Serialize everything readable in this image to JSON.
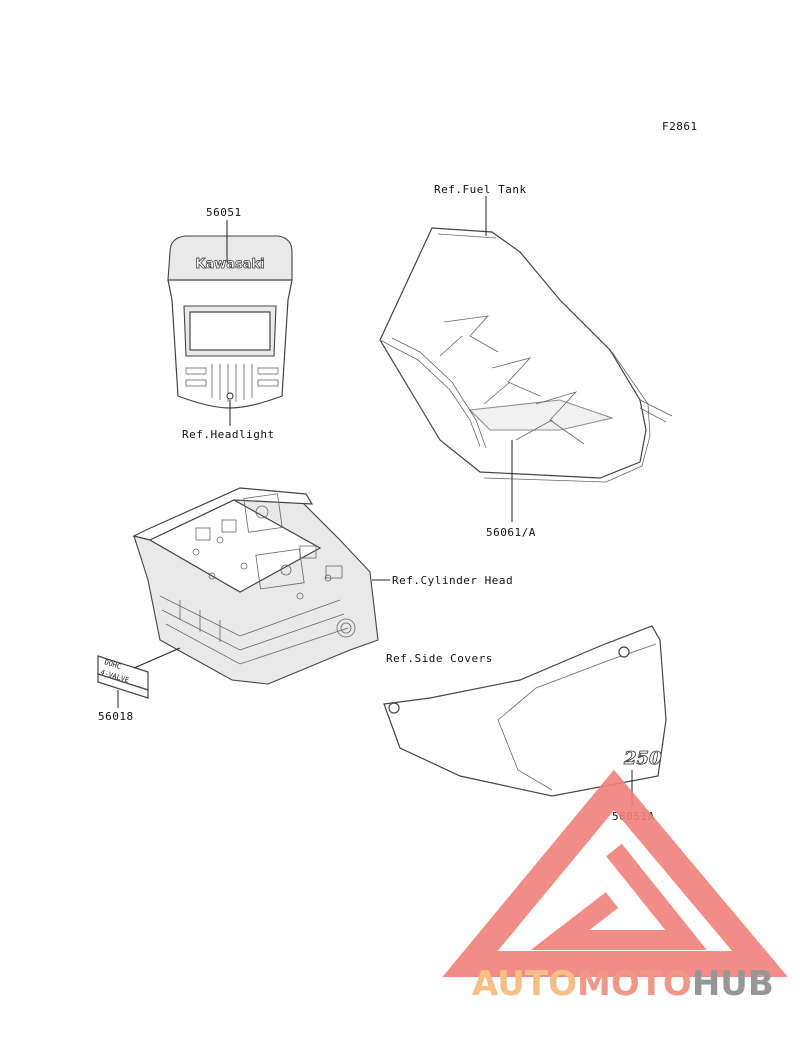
{
  "figure_code": "F2861",
  "callouts": {
    "headlight_part": "56051",
    "headlight_ref": "Ref.Headlight",
    "headlight_logo": "Kawasaki",
    "fuel_tank_ref": "Ref.Fuel Tank",
    "fuel_tank_part": "56061/A",
    "cylinder_head_ref": "Ref.Cylinder Head",
    "cylinder_head_part": "56018",
    "label_plate_line1": "DOHC",
    "label_plate_line2": "4-VALVE",
    "side_covers_ref": "Ref.Side Covers",
    "side_covers_part": "56051A",
    "side_cover_emblem": "250"
  },
  "watermark": {
    "word_part1": "AUTO",
    "word_part2": "MOTO",
    "word_part3": "HUB",
    "color_auto": "#f5b97a",
    "color_moto": "#f08c7c",
    "color_hub": "#8c8c8c",
    "triangle_color": "#f0817a"
  }
}
